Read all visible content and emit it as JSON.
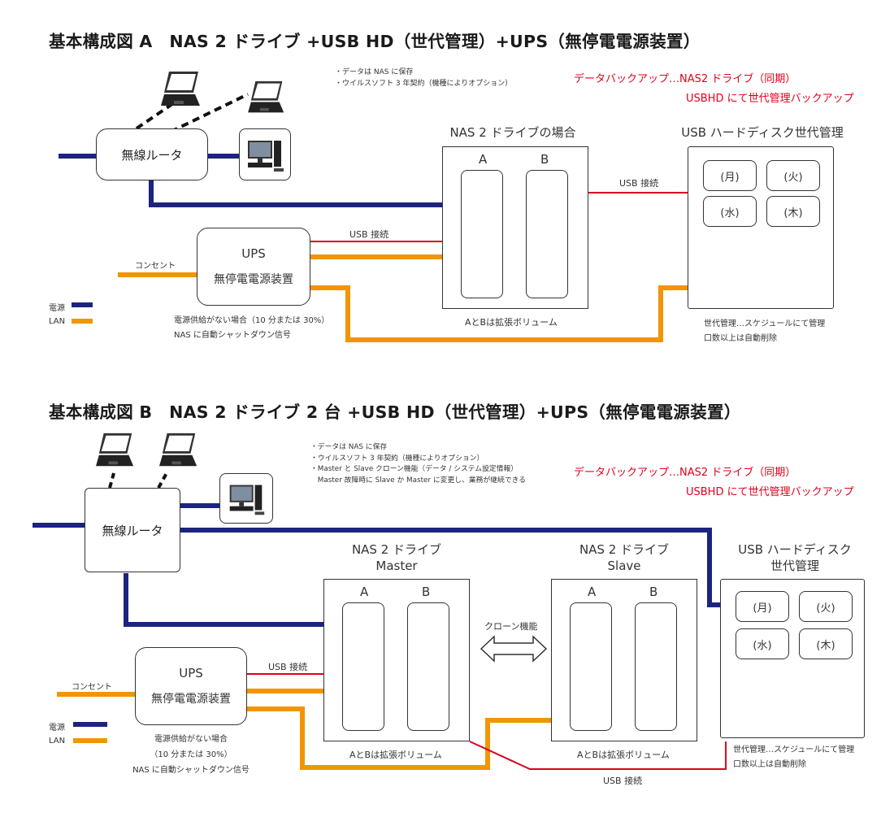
{
  "colors": {
    "power": "#1c2480",
    "lan": "#f19500",
    "usb": "#d8001f",
    "accent_text": "#e0001b"
  },
  "diagram_a": {
    "title": "基本構成図 A　NAS 2 ドライブ +USB HD（世代管理）+UPS（無停電電源装置）",
    "notes": [
      "・データは NAS に保存",
      "・ウイルスソフト 3 年契約（機種によりオプション）"
    ],
    "red_lines": [
      "データバックアップ…NAS2 ドライブ（同期）",
      "USBHD にて世代管理バックアップ"
    ],
    "router": "無線ルータ",
    "nas_heading": "NAS 2 ドライブの場合",
    "slot_a": "A",
    "slot_b": "B",
    "nas_caption": "AとBは拡張ボリューム",
    "usb_heading": "USB ハードディスク世代管理",
    "days": [
      "(月)",
      "(火)",
      "(水)",
      "(木)"
    ],
    "usb_label_1": "USB 接続",
    "usb_label_2": "USB 接続",
    "ups_title": "UPS",
    "ups_subtitle": "無停電電源装置",
    "outlet": "コンセント",
    "legend_power": "電源",
    "legend_lan": "LAN",
    "ups_notes": [
      "電源供給がない場合（10 分または 30%）",
      "NAS に自動シャットダウン信号"
    ],
    "usb_notes": [
      "世代管理…スケジュールにて管理",
      "口数以上は自動削除"
    ]
  },
  "diagram_b": {
    "title": "基本構成図 B　NAS 2 ドライブ 2 台 +USB HD（世代管理）+UPS（無停電電源装置）",
    "notes": [
      "・データは NAS に保存",
      "・ウイルスソフト 3 年契約（機種によりオプション）",
      "・Master と Slave クローン機能（データ / システム設定情報）",
      "　Master 故障時に Slave か Master に変更し、業務が継続できる"
    ],
    "red_lines": [
      "データバックアップ…NAS2 ドライブ（同期）",
      "USBHD にて世代管理バックアップ"
    ],
    "router": "無線ルータ",
    "master_heading_1": "NAS 2 ドライブ",
    "master_heading_2": "Master",
    "slave_heading_1": "NAS 2 ドライブ",
    "slave_heading_2": "Slave",
    "slot_a": "A",
    "slot_b": "B",
    "master_caption": "AとBは拡張ボリューム",
    "slave_caption": "AとBは拡張ボリューム",
    "clone_label": "クローン機能",
    "usb_heading_1": "USB ハードディスク",
    "usb_heading_2": "世代管理",
    "days": [
      "(月)",
      "(火)",
      "(水)",
      "(木)"
    ],
    "usb_label_1": "USB 接続",
    "usb_label_2": "USB 接続",
    "ups_title": "UPS",
    "ups_subtitle": "無停電電源装置",
    "outlet": "コンセント",
    "legend_power": "電源",
    "legend_lan": "LAN",
    "ups_notes": [
      "電源供給がない場合",
      "（10 分または 30%）",
      "NAS に自動シャットダウン信号"
    ],
    "usb_notes": [
      "世代管理…スケジュールにて管理",
      "口数以上は自動削除"
    ]
  }
}
